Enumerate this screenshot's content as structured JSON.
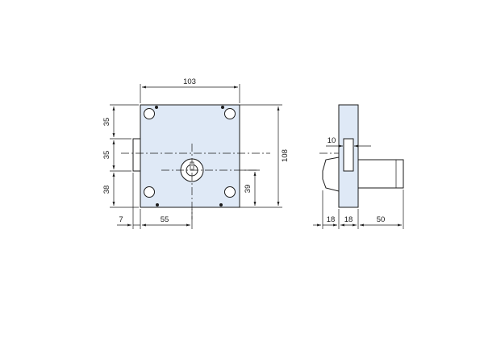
{
  "diagram": {
    "colors": {
      "body_fill": "#dfe9f6",
      "line": "#1a1a1a",
      "background": "#ffffff"
    },
    "front_view": {
      "dim_width": "103",
      "dim_height": "108",
      "dim_left_top": "35",
      "dim_left_mid": "35",
      "dim_left_bottom": "38",
      "dim_keyhole_height": "39",
      "dim_bolt_offset": "7",
      "dim_backset": "55"
    },
    "side_view": {
      "dim_bolt_width": "10",
      "dim_bottom_1": "18",
      "dim_bottom_2": "18",
      "dim_bottom_3": "50"
    }
  }
}
